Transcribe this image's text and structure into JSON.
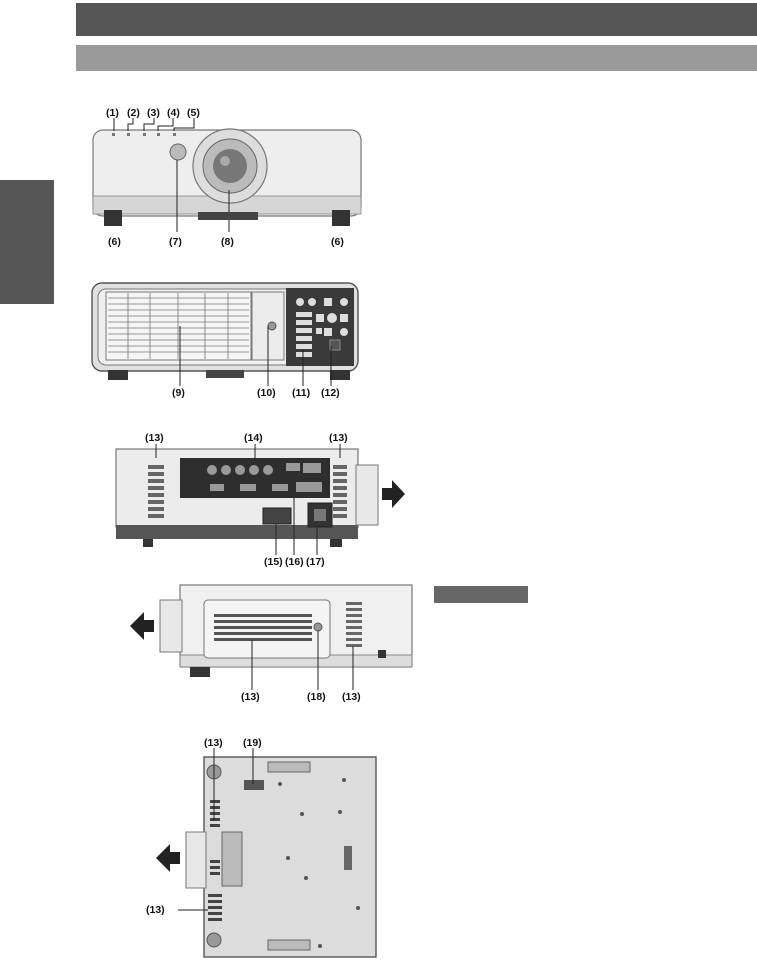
{
  "callouts": {
    "c1": "(1)",
    "c2": "(2)",
    "c3": "(3)",
    "c4": "(4)",
    "c5": "(5)",
    "c6a": "(6)",
    "c6b": "(6)",
    "c7": "(7)",
    "c8": "(8)",
    "c9": "(9)",
    "c10": "(10)",
    "c11": "(11)",
    "c12": "(12)",
    "c13a": "(13)",
    "c13b": "(13)",
    "c14": "(14)",
    "c15": "(15)",
    "c16": "(16)",
    "c17": "(17)",
    "c13c": "(13)",
    "c18": "(18)",
    "c13d": "(13)",
    "c13e": "(13)",
    "c19": "(19)",
    "c13f": "(13)"
  },
  "icons": {
    "arrow": "arrow-right-icon",
    "arrow_left": "arrow-left-icon"
  },
  "colors": {
    "header_dark": "#555555",
    "header_light": "#9a9a9a",
    "body_grey": "#e6e6e6"
  }
}
